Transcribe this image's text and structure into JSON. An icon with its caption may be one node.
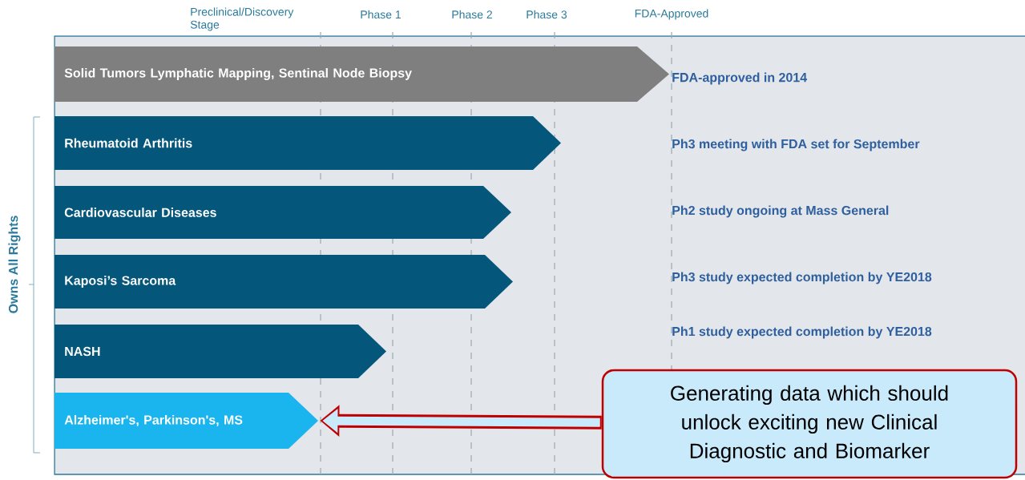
{
  "diagram": {
    "nodes": [
      {
        "text": [
          "Solid Tumors  Lymphatic Mapping,  Sentinal Node Biopsy"
        ]
      },
      {
        "text": [
          "Rheumatoid  Arthritis"
        ]
      },
      {
        "text": [
          "Cardiovascular  Diseases"
        ]
      },
      {
        "text": [
          "Kaposi’s Sarcoma"
        ]
      },
      {
        "text": [
          "NASH"
        ]
      },
      {
        "text": [
          "Alzheimer's,  Parkinson's,  MS"
        ]
      },
      {
        "text": [
          "Generating data which should unlock exciting new Clinical Diagnostic and Biomarker"
        ]
      }
    ],
    "edges": [
      {
        "from": 6,
        "to": 5,
        "arrow": "to"
      }
    ],
    "labels": [
      "Preclinical/Discovery Stage",
      "Phase 1",
      "Phase 2",
      "Phase 3",
      "FDA-Approved",
      "Owns All Rights",
      "FDA-approved  in 2014",
      "Ph3 meeting with FDA set for September",
      "Ph2 study ongoing at Mass General",
      "Ph3 study  expected completion  by YE2018",
      "Ph1 study  expected completion  by YE2018"
    ]
  }
}
